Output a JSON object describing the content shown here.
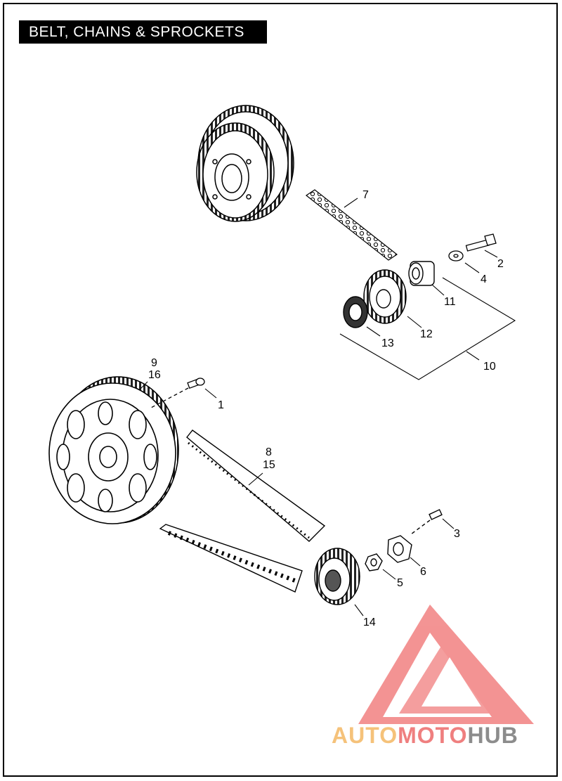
{
  "title": "BELT, CHAINS & SPROCKETS",
  "callouts": [
    {
      "id": "c7",
      "text": "7"
    },
    {
      "id": "c2",
      "text": "2"
    },
    {
      "id": "c4",
      "text": "4"
    },
    {
      "id": "c11",
      "text": "11"
    },
    {
      "id": "c12",
      "text": "12"
    },
    {
      "id": "c13",
      "text": "13"
    },
    {
      "id": "c10",
      "text": "10"
    },
    {
      "id": "c9",
      "text": "9"
    },
    {
      "id": "c16",
      "text": "16"
    },
    {
      "id": "c1",
      "text": "1"
    },
    {
      "id": "c8",
      "text": "8"
    },
    {
      "id": "c15",
      "text": "15"
    },
    {
      "id": "c3",
      "text": "3"
    },
    {
      "id": "c6",
      "text": "6"
    },
    {
      "id": "c5",
      "text": "5"
    },
    {
      "id": "c14",
      "text": "14"
    }
  ],
  "watermark": {
    "part1": "AUTO",
    "part2": "MOTO",
    "part3": "HUB"
  },
  "colors": {
    "line": "#000000",
    "watermark_red": "#ee6a6a",
    "watermark_orange": "#f5c27a",
    "watermark_gray": "#8c8c8c"
  }
}
